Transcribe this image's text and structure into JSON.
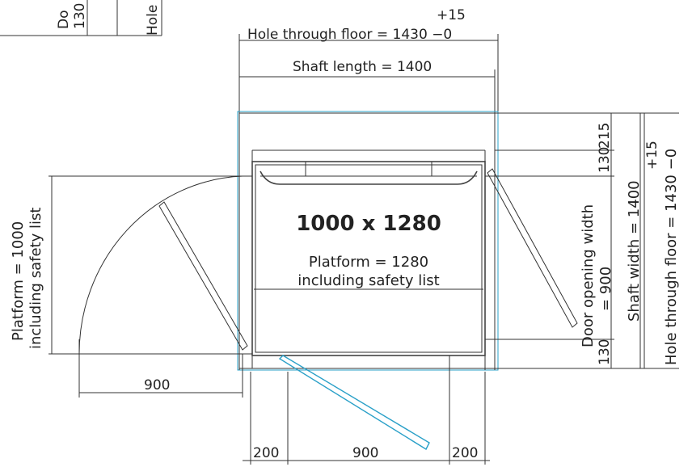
{
  "labels": {
    "top_sup": "+15",
    "hole_top": "Hole through floor = 1430 −0",
    "shaft_length": "Shaft length = 1400",
    "main_title": "1000 x 1280",
    "platform_1280_l1": "Platform = 1280",
    "platform_1280_l2": "including safety list",
    "platform_1000_l1": "Platform = 1000",
    "platform_1000_l2": "including safety list",
    "left_900": "900",
    "bottom_200_left": "200",
    "bottom_900": "900",
    "bottom_200_right": "200",
    "right_215": "215",
    "right_130_top": "130",
    "right_130_bottom": "130",
    "door_opening_l1": "Door opening width",
    "door_opening_l2": "= 900",
    "shaft_width": "Shaft width = 1400",
    "right_sup": "+15",
    "hole_right": "Hole through floor = 1430 −0",
    "corner_do": "Do",
    "corner_130": "130",
    "corner_hole": "Hole"
  },
  "colors": {
    "line": "#333333",
    "accent_cyan": "#2aa0c8",
    "background": "#ffffff"
  }
}
